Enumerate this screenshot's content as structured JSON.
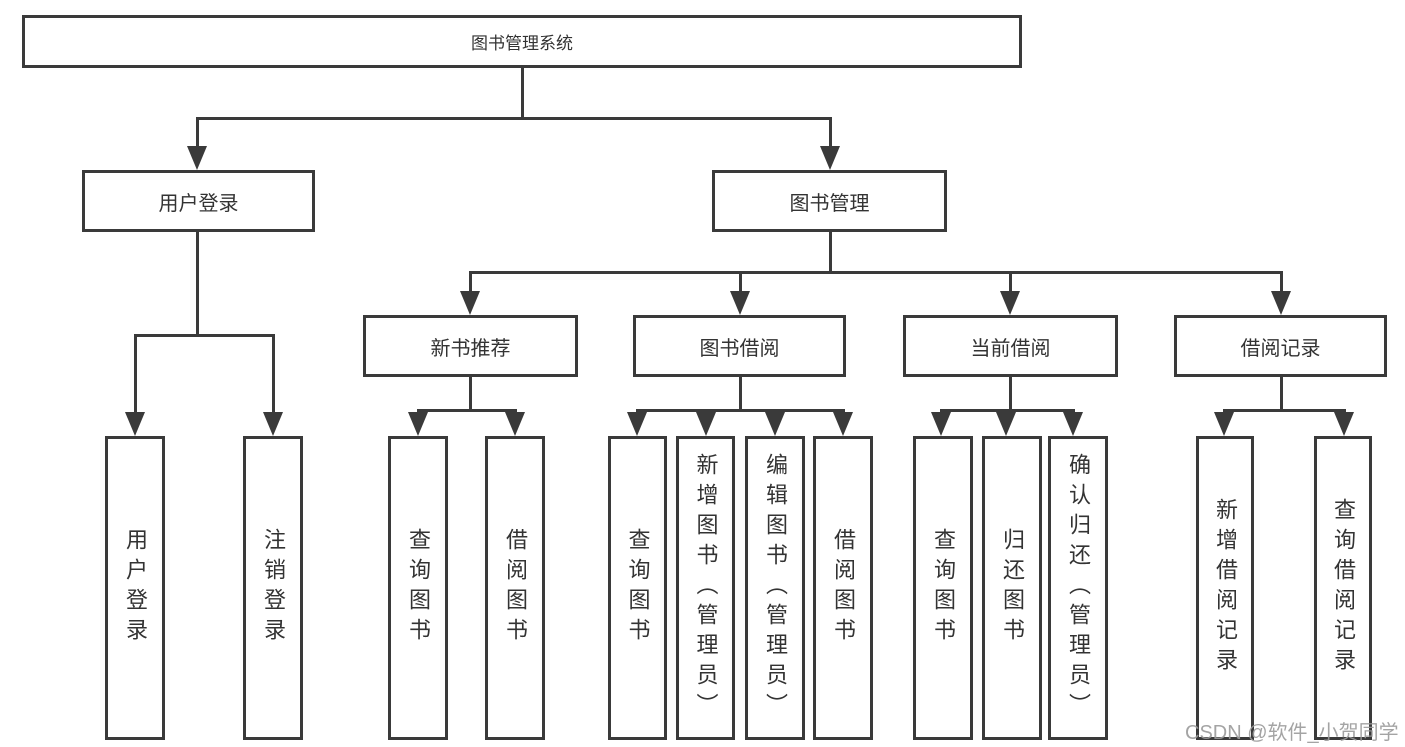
{
  "diagram": {
    "watermark": "CSDN @软件_小贺同学",
    "colors": {
      "line": "#3a3a3a",
      "text": "#333333",
      "background": "#ffffff",
      "watermark": "#9b9b9b"
    },
    "nodes": [
      {
        "id": "root",
        "label": "图书管理系统",
        "parent": null
      },
      {
        "id": "user-login",
        "label": "用户登录",
        "parent": "root"
      },
      {
        "id": "book-mgmt",
        "label": "图书管理",
        "parent": "root"
      },
      {
        "id": "new-book-rec",
        "label": "新书推荐",
        "parent": "book-mgmt"
      },
      {
        "id": "book-borrow",
        "label": "图书借阅",
        "parent": "book-mgmt"
      },
      {
        "id": "current-borrow",
        "label": "当前借阅",
        "parent": "book-mgmt"
      },
      {
        "id": "borrow-record",
        "label": "借阅记录",
        "parent": "book-mgmt"
      },
      {
        "id": "leaf-user-login",
        "label": "用户登录",
        "parent": "user-login"
      },
      {
        "id": "leaf-logout",
        "label": "注销登录",
        "parent": "user-login"
      },
      {
        "id": "leaf-query-books-1",
        "label": "查询图书",
        "parent": "new-book-rec"
      },
      {
        "id": "leaf-borrow-books-1",
        "label": "借阅图书",
        "parent": "new-book-rec"
      },
      {
        "id": "leaf-query-books-2",
        "label": "查询图书",
        "parent": "book-borrow"
      },
      {
        "id": "leaf-add-book",
        "label": "新增图书（管理员）",
        "parent": "book-borrow"
      },
      {
        "id": "leaf-edit-book",
        "label": "编辑图书（管理员）",
        "parent": "book-borrow"
      },
      {
        "id": "leaf-borrow-books-2",
        "label": "借阅图书",
        "parent": "book-borrow"
      },
      {
        "id": "leaf-query-books-3",
        "label": "查询图书",
        "parent": "current-borrow"
      },
      {
        "id": "leaf-return-book",
        "label": "归还图书",
        "parent": "current-borrow"
      },
      {
        "id": "leaf-confirm-return",
        "label": "确认归还（管理员）",
        "parent": "current-borrow"
      },
      {
        "id": "leaf-add-borrow-record",
        "label": "新增借阅记录",
        "parent": "borrow-record"
      },
      {
        "id": "leaf-query-borrow-record",
        "label": "查询借阅记录",
        "parent": "borrow-record"
      }
    ]
  }
}
